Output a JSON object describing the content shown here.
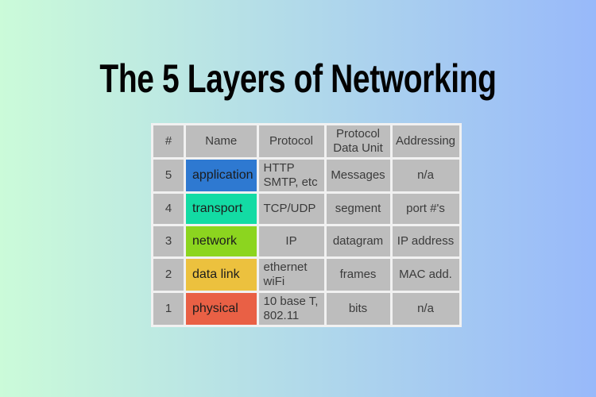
{
  "title": "The 5 Layers of Networking",
  "background": {
    "gradient_start": "#cbfbd9",
    "gradient_end": "#98b9fa"
  },
  "table": {
    "header_bg": "#bdbdbd",
    "cell_bg": "#bdbdbd",
    "gap_color": "#f1f1f1",
    "text_color": "#3b3b3b",
    "columns": [
      {
        "label": "#"
      },
      {
        "label": "Name"
      },
      {
        "label": "Protocol"
      },
      {
        "label": "Protocol Data Unit"
      },
      {
        "label": "Addressing"
      }
    ],
    "rows": [
      {
        "num": "5",
        "name": "application",
        "color": "#2e79d1",
        "protocol": "HTTP\nSMTP, etc",
        "pdu": "Messages",
        "addressing": "n/a"
      },
      {
        "num": "4",
        "name": "transport",
        "color": "#13dba4",
        "protocol": "TCP/UDP",
        "pdu": "segment",
        "addressing": "port #'s"
      },
      {
        "num": "3",
        "name": "network",
        "color": "#8cd51f",
        "protocol": "IP",
        "pdu": "datagram",
        "addressing": "IP address"
      },
      {
        "num": "2",
        "name": "data link",
        "color": "#ecc13e",
        "protocol": "ethernet\nwiFi",
        "pdu": "frames",
        "addressing": "MAC add."
      },
      {
        "num": "1",
        "name": "physical",
        "color": "#e96045",
        "protocol": "10 base T,\n802.11",
        "pdu": "bits",
        "addressing": "n/a"
      }
    ]
  }
}
